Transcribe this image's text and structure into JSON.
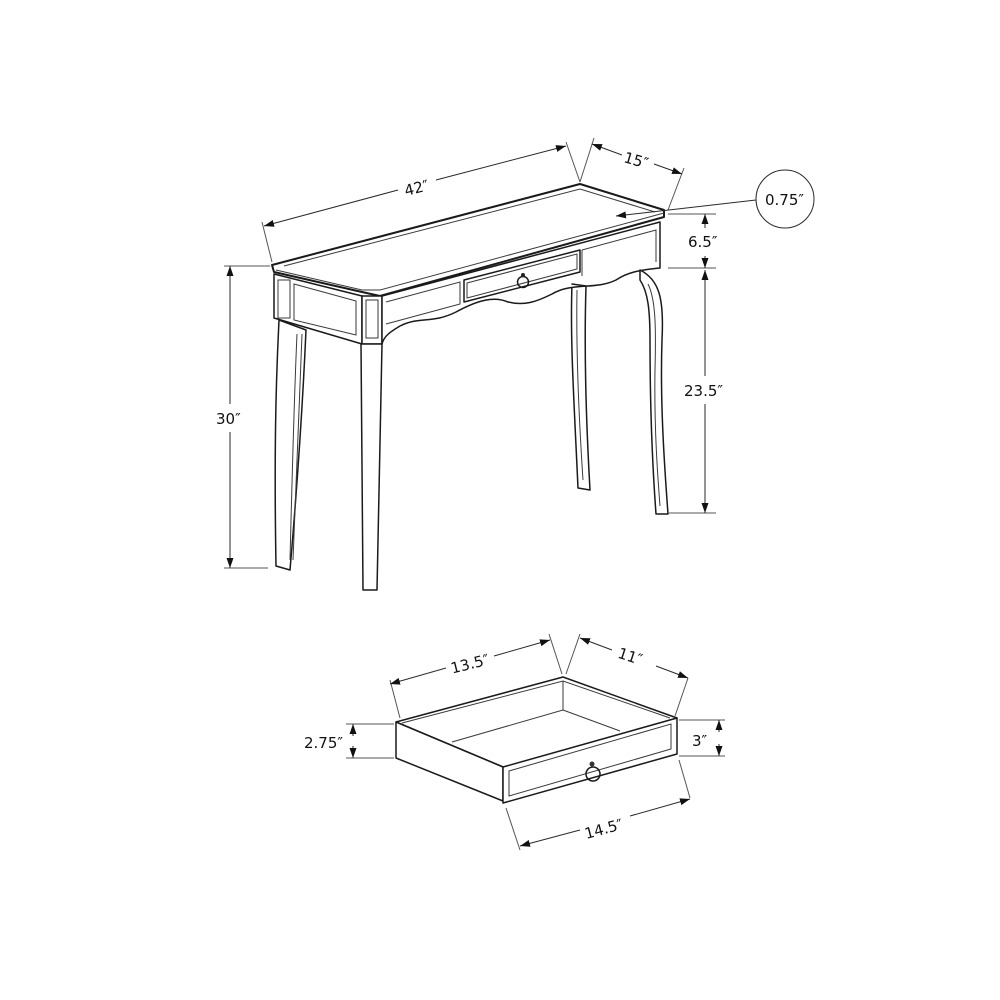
{
  "diagram": {
    "type": "product dimension drawing",
    "subject": "console table with drawer",
    "line_color": "#1a1a1a",
    "background": "#ffffff"
  },
  "table": {
    "dimensions": {
      "width": "42″",
      "depth": "15″",
      "top_thickness": "0.75″",
      "apron_height": "6.5″",
      "overall_height": "30″",
      "leg_clearance": "23.5″"
    }
  },
  "drawer": {
    "dimensions": {
      "inner_width": "13.5″",
      "depth": "11″",
      "side_height": "2.75″",
      "front_height": "3″",
      "front_width": "14.5″"
    }
  }
}
